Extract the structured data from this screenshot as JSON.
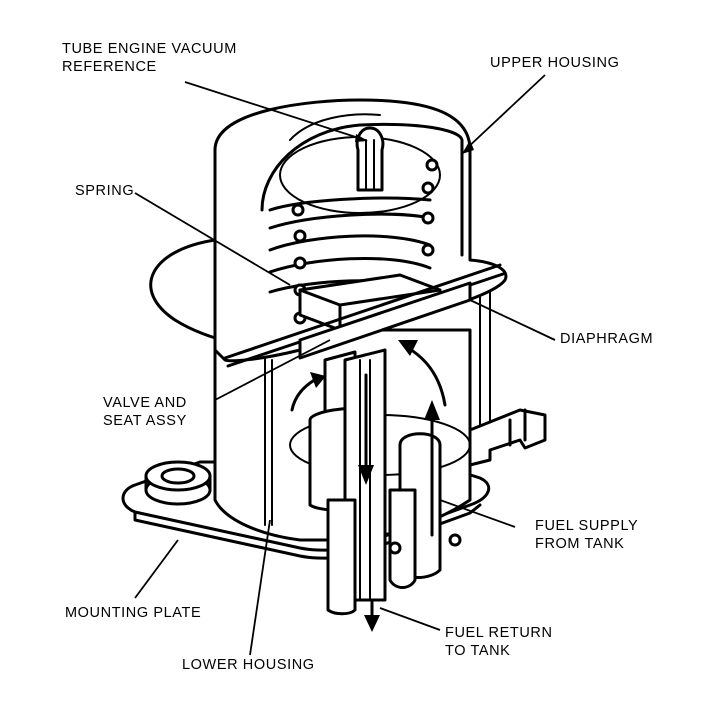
{
  "diagram": {
    "subject": "Fuel pressure regulator cutaway",
    "labels": {
      "tube_vacuum": "TUBE ENGINE VACUUM\nREFERENCE",
      "upper_housing": "UPPER HOUSING",
      "spring": "SPRING",
      "diaphragm": "DIAPHRAGM",
      "valve_seat": "VALVE AND\nSEAT ASSY",
      "fuel_supply": "FUEL SUPPLY\nFROM TANK",
      "mounting_plate": "MOUNTING PLATE",
      "fuel_return": "FUEL RETURN\nTO TANK",
      "lower_housing": "LOWER HOUSING"
    },
    "colors": {
      "ink": "#000000",
      "paper": "#ffffff"
    }
  }
}
